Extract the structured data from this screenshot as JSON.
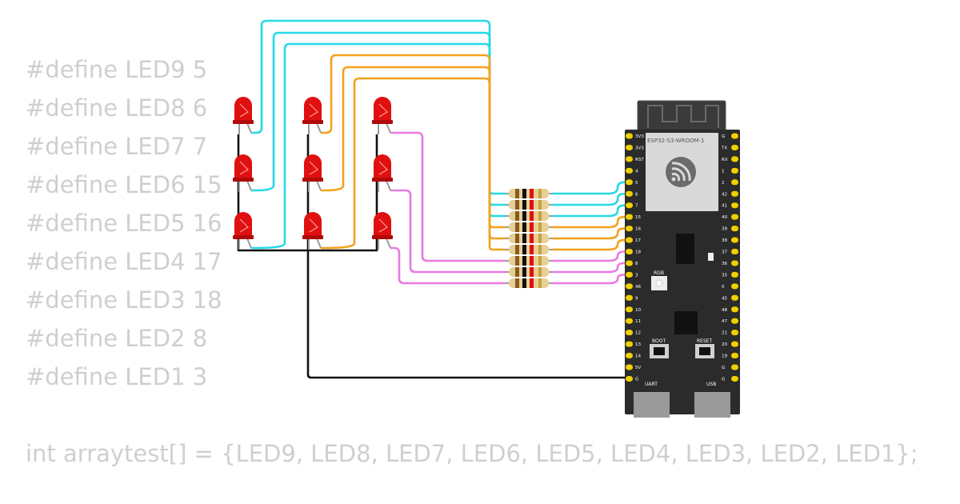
{
  "code": {
    "defines": [
      "#define LED9 5",
      "#define LED8 6",
      "#define LED7 7",
      "#define LED6 15",
      "#define LED5 16",
      "#define LED4 17",
      "#define LED3 18",
      "#define LED2 8",
      "#define LED1 3"
    ],
    "array_line": "int arraytest[] = {LED9, LED8, LED7, LED6, LED5, LED4, LED3, LED2, LED1};"
  },
  "board": {
    "module_label": "ESP32-S3-WROOM-1",
    "rgb_label": "RGB",
    "boot_label": "BOOT",
    "reset_label": "RESET",
    "uart_label": "UART",
    "usb_label": "USB",
    "left_pins": [
      "3V3",
      "3V3",
      "RST",
      "4",
      "5",
      "6",
      "7",
      "15",
      "16",
      "17",
      "18",
      "8",
      "3",
      "46",
      "9",
      "10",
      "11",
      "12",
      "13",
      "14",
      "5V",
      "G"
    ],
    "right_pins": [
      "G",
      "TX",
      "RX",
      "1",
      "2",
      "42",
      "41",
      "40",
      "39",
      "38",
      "37",
      "36",
      "35",
      "0",
      "45",
      "48",
      "47",
      "21",
      "20",
      "19",
      "G",
      "G"
    ]
  },
  "colors": {
    "wire_cyan": "#26d9e6",
    "wire_orange": "#f2a21a",
    "wire_pink": "#e87ae0",
    "wire_ground": "#111111",
    "led_red": "#e01010",
    "board": "#2b2b2b",
    "pin_gold": "#f0d000",
    "code_text": "#cfcfcf"
  }
}
